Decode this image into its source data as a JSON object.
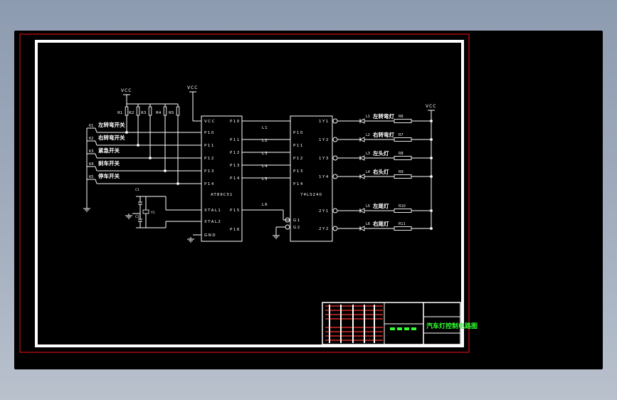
{
  "colors": {
    "background": "#000000",
    "sheet_border": "#cc1111",
    "frame": "#ffffff",
    "wire": "#ffffff",
    "title_green": "#33ff33",
    "table_red": "#ff3333"
  },
  "icons": {
    "diode": "led-icon",
    "ground": "ground-icon",
    "crystal": "crystal-icon"
  },
  "labels": {
    "vcc": "VCC",
    "gnd": "GND"
  },
  "switch_resistors": [
    "R1",
    "R2",
    "R3",
    "R4",
    "R5"
  ],
  "switches": [
    {
      "ref": "K1",
      "name": "左转弯开关"
    },
    {
      "ref": "K2",
      "name": "右转弯开关"
    },
    {
      "ref": "K3",
      "name": "紧急开关"
    },
    {
      "ref": "K4",
      "name": "刹车开关"
    },
    {
      "ref": "K5",
      "name": "停车开关"
    }
  ],
  "mcu": {
    "name": "AT89C51",
    "left_pins": [
      "VCC",
      "P10",
      "P11",
      "P12",
      "P13",
      "P14",
      "XTAL1",
      "XTAL2",
      "GND"
    ],
    "right_pins": [
      "P10",
      "P11",
      "P12",
      "P13",
      "P14",
      "P15",
      "P16"
    ]
  },
  "capacitors": [
    "C1",
    "C2"
  ],
  "crystal": "Y1",
  "nets": [
    "L1",
    "L2",
    "L3",
    "L4",
    "L5",
    "L6"
  ],
  "driver": {
    "name": "74LS240",
    "left_pins": [
      "P10",
      "P11",
      "P12",
      "P13",
      "P14",
      "G1",
      "G2"
    ],
    "outputs": [
      "1Y1",
      "1Y2",
      "1Y3",
      "1Y4",
      "2Y1",
      "2Y2"
    ]
  },
  "lamps": [
    {
      "ref": "L1",
      "name": "左转弯灯",
      "resistor": "R6"
    },
    {
      "ref": "L2",
      "name": "右转弯灯",
      "resistor": "R7"
    },
    {
      "ref": "L3",
      "name": "左头灯",
      "resistor": "R8"
    },
    {
      "ref": "L4",
      "name": "右头灯",
      "resistor": "R9"
    },
    {
      "ref": "L5",
      "name": "左尾灯",
      "resistor": "R10"
    },
    {
      "ref": "L6",
      "name": "右尾灯",
      "resistor": "R11"
    }
  ],
  "title_block": {
    "drawing_title": "汽车灯控制电路图"
  }
}
